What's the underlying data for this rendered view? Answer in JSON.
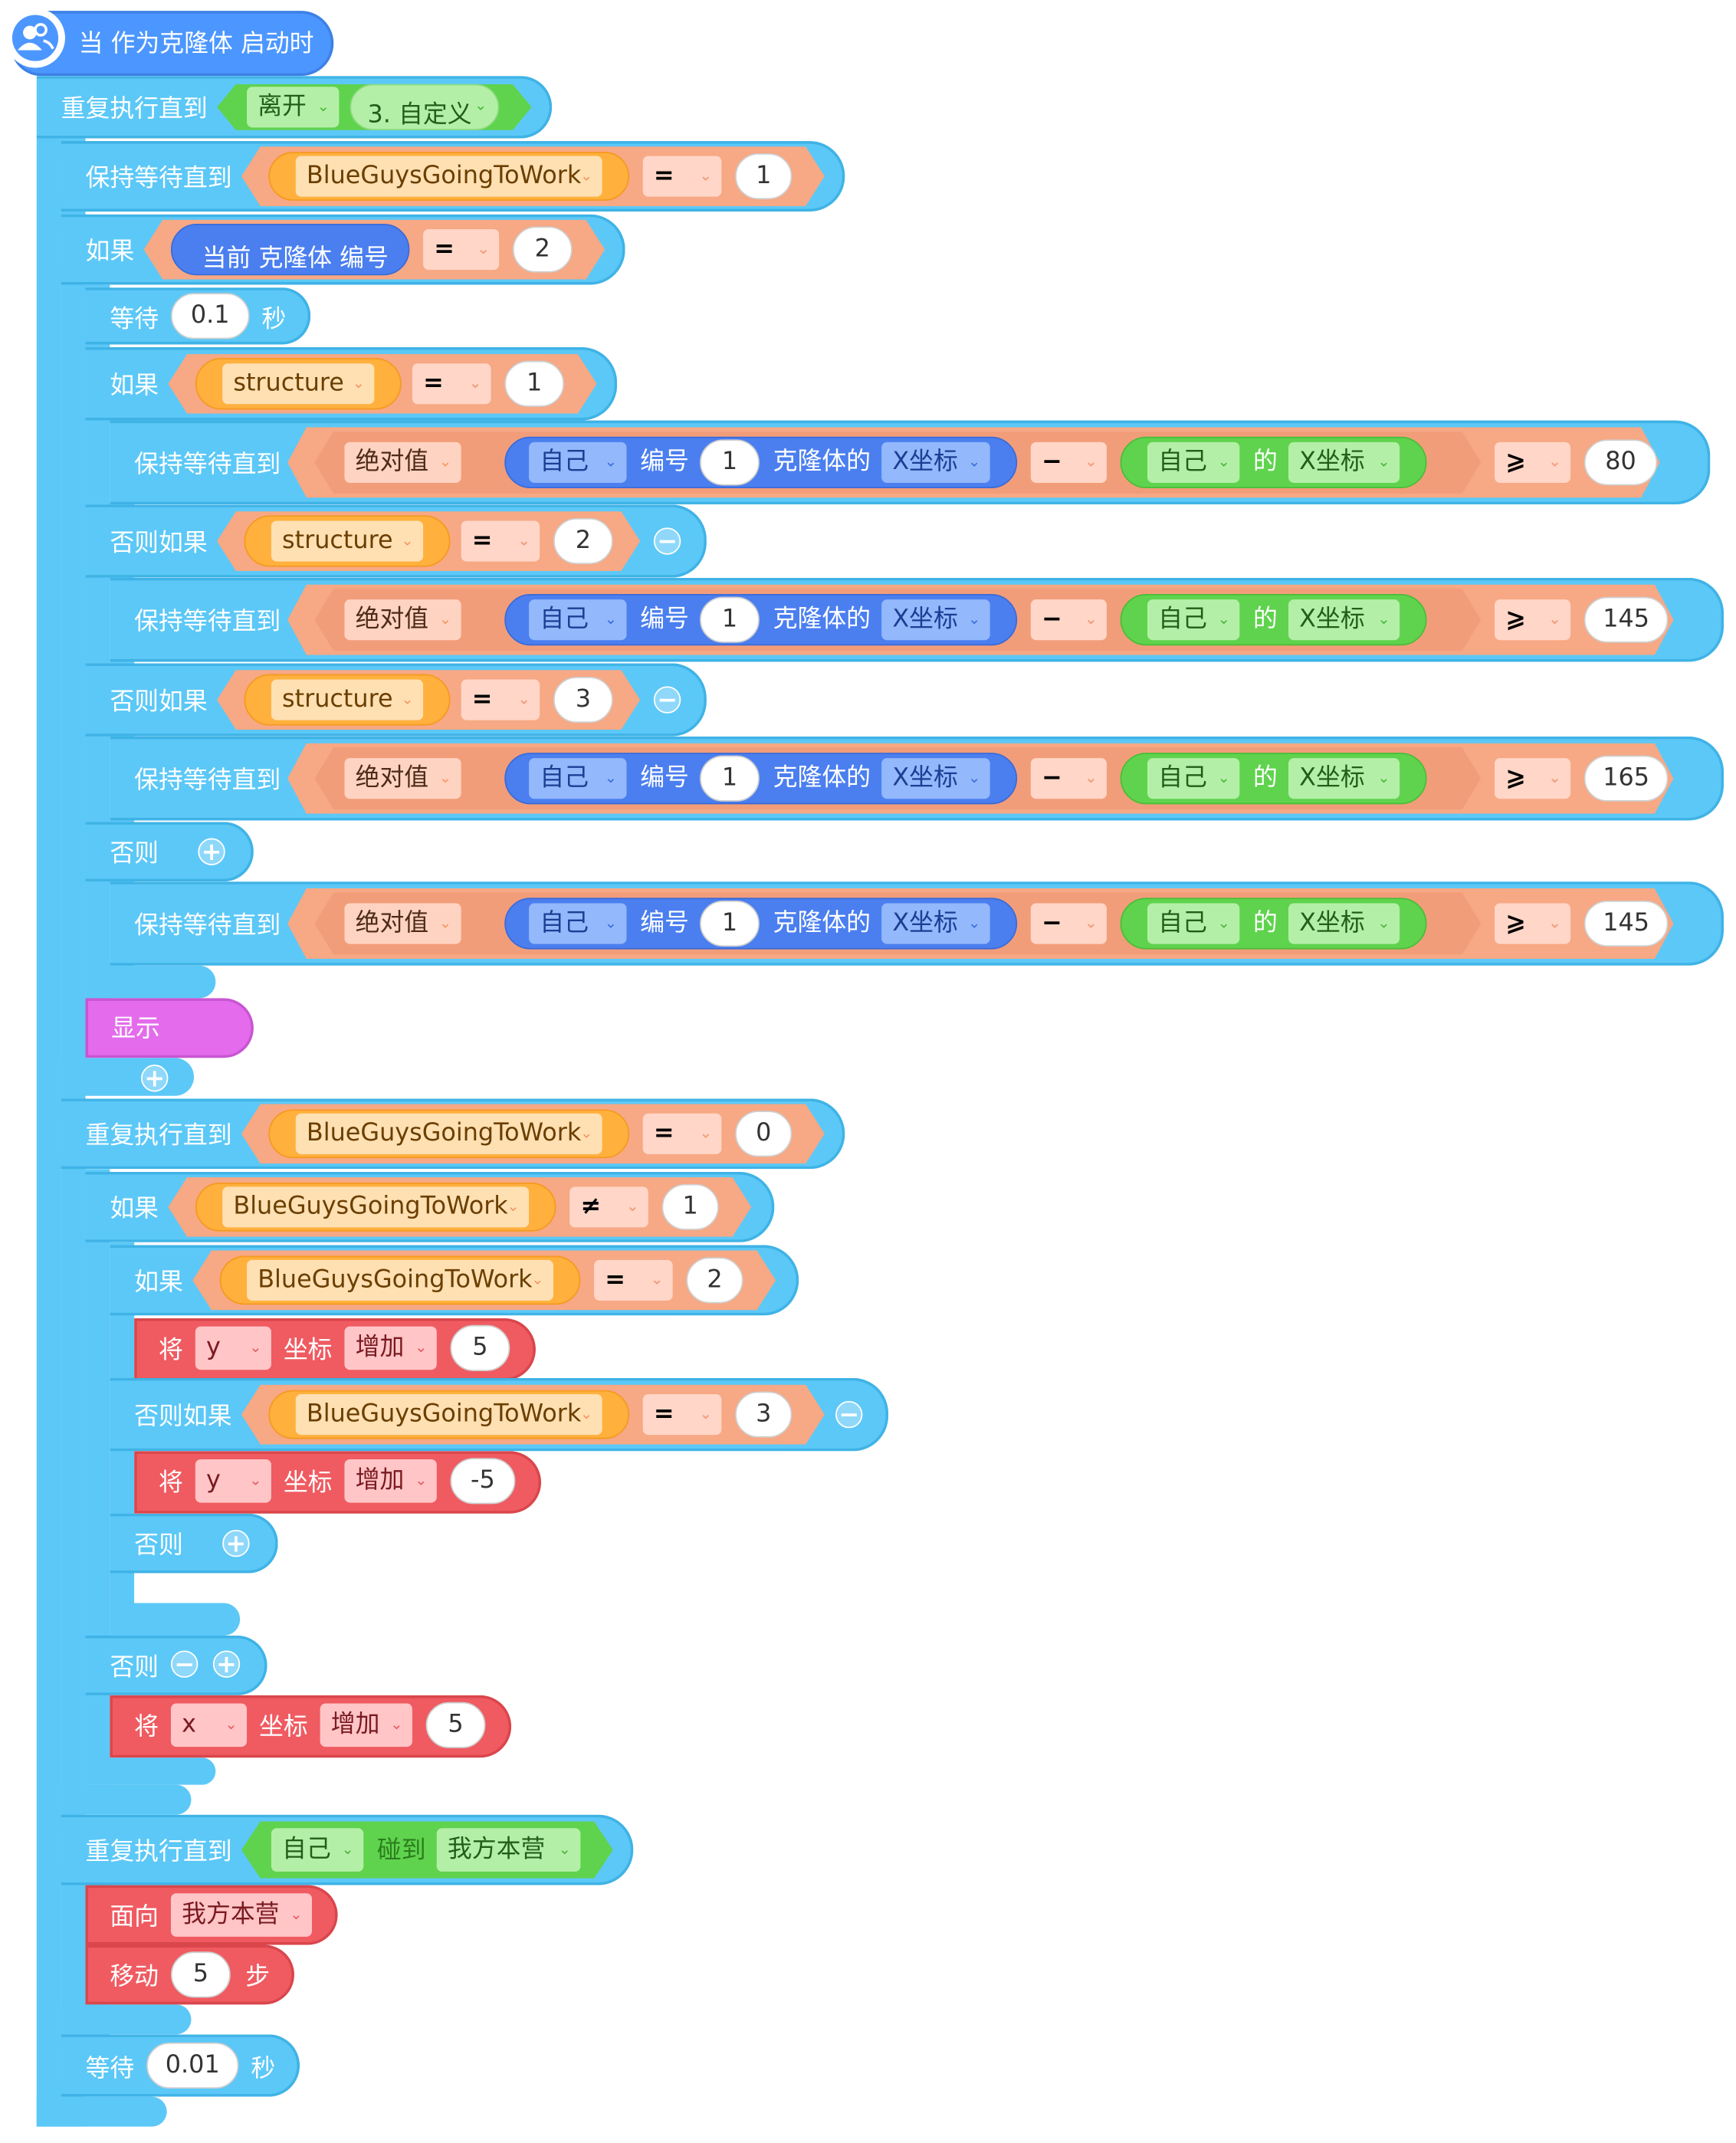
{
  "hat": {
    "label": "当 作为克隆体 启动时",
    "icon": "clone-user-icon"
  },
  "loop1": {
    "label": "重复执行直到",
    "cond_a": "离开",
    "cond_b": "3. 自定义"
  },
  "wait_until_1": {
    "label": "保持等待直到",
    "var": "BlueGuysGoingToWork",
    "op": "=",
    "value": "1"
  },
  "if_clone": {
    "label": "如果",
    "reporter": "当前 克隆体 编号",
    "op": "=",
    "value": "2"
  },
  "wait1": {
    "label": "等待",
    "value": "0.1",
    "unit": "秒"
  },
  "if_structure": {
    "label": "如果",
    "var": "structure",
    "op": "=",
    "value": "1",
    "elseif_label": "否则如果",
    "else_label": "否则",
    "elseif_values": [
      "2",
      "3"
    ]
  },
  "abs_row": {
    "label": "保持等待直到",
    "abs": "绝对值",
    "self": "自己",
    "id_label": "编号",
    "id_value": "1",
    "clone_of": "克隆体的",
    "xcoord": "X坐标",
    "minus": "−",
    "self2": "自己",
    "of": "的",
    "xcoord2": "X坐标",
    "ge": "⩾",
    "thresholds": [
      "80",
      "145",
      "165",
      "145"
    ]
  },
  "show": {
    "label": "显示"
  },
  "loop2": {
    "label": "重复执行直到",
    "var": "BlueGuysGoingToWork",
    "op": "=",
    "value": "0",
    "if_neq": {
      "label": "如果",
      "var": "BlueGuysGoingToWork",
      "op": "≠",
      "value": "1"
    },
    "if_eq2": {
      "label": "如果",
      "var": "BlueGuysGoingToWork",
      "op": "=",
      "value": "2"
    },
    "move_y_pos": {
      "label": "将",
      "axis": "y",
      "coord": "坐标",
      "mode": "增加",
      "value": "5"
    },
    "elseif_3": {
      "label": "否则如果",
      "var": "BlueGuysGoingToWork",
      "op": "=",
      "value": "3"
    },
    "move_y_neg": {
      "label": "将",
      "axis": "y",
      "coord": "坐标",
      "mode": "增加",
      "value": "-5"
    },
    "else_inner": "否则",
    "else_outer": "否则",
    "move_x": {
      "label": "将",
      "axis": "x",
      "coord": "坐标",
      "mode": "增加",
      "value": "5"
    }
  },
  "loop3": {
    "label": "重复执行直到",
    "self": "自己",
    "touch": "碰到",
    "target": "我方本营",
    "face": {
      "label": "面向",
      "target": "我方本营"
    },
    "move": {
      "label": "移动",
      "value": "5",
      "unit": "步"
    }
  },
  "wait2": {
    "label": "等待",
    "value": "0.01",
    "unit": "秒"
  },
  "colors": {
    "control": "#5cc8f7",
    "event": "#4c97ff",
    "operator": "#f7a884",
    "variable": "#ffb03d",
    "sensing_green": "#5fd34d",
    "motion": "#ef5b61",
    "looks": "#e46cec"
  }
}
